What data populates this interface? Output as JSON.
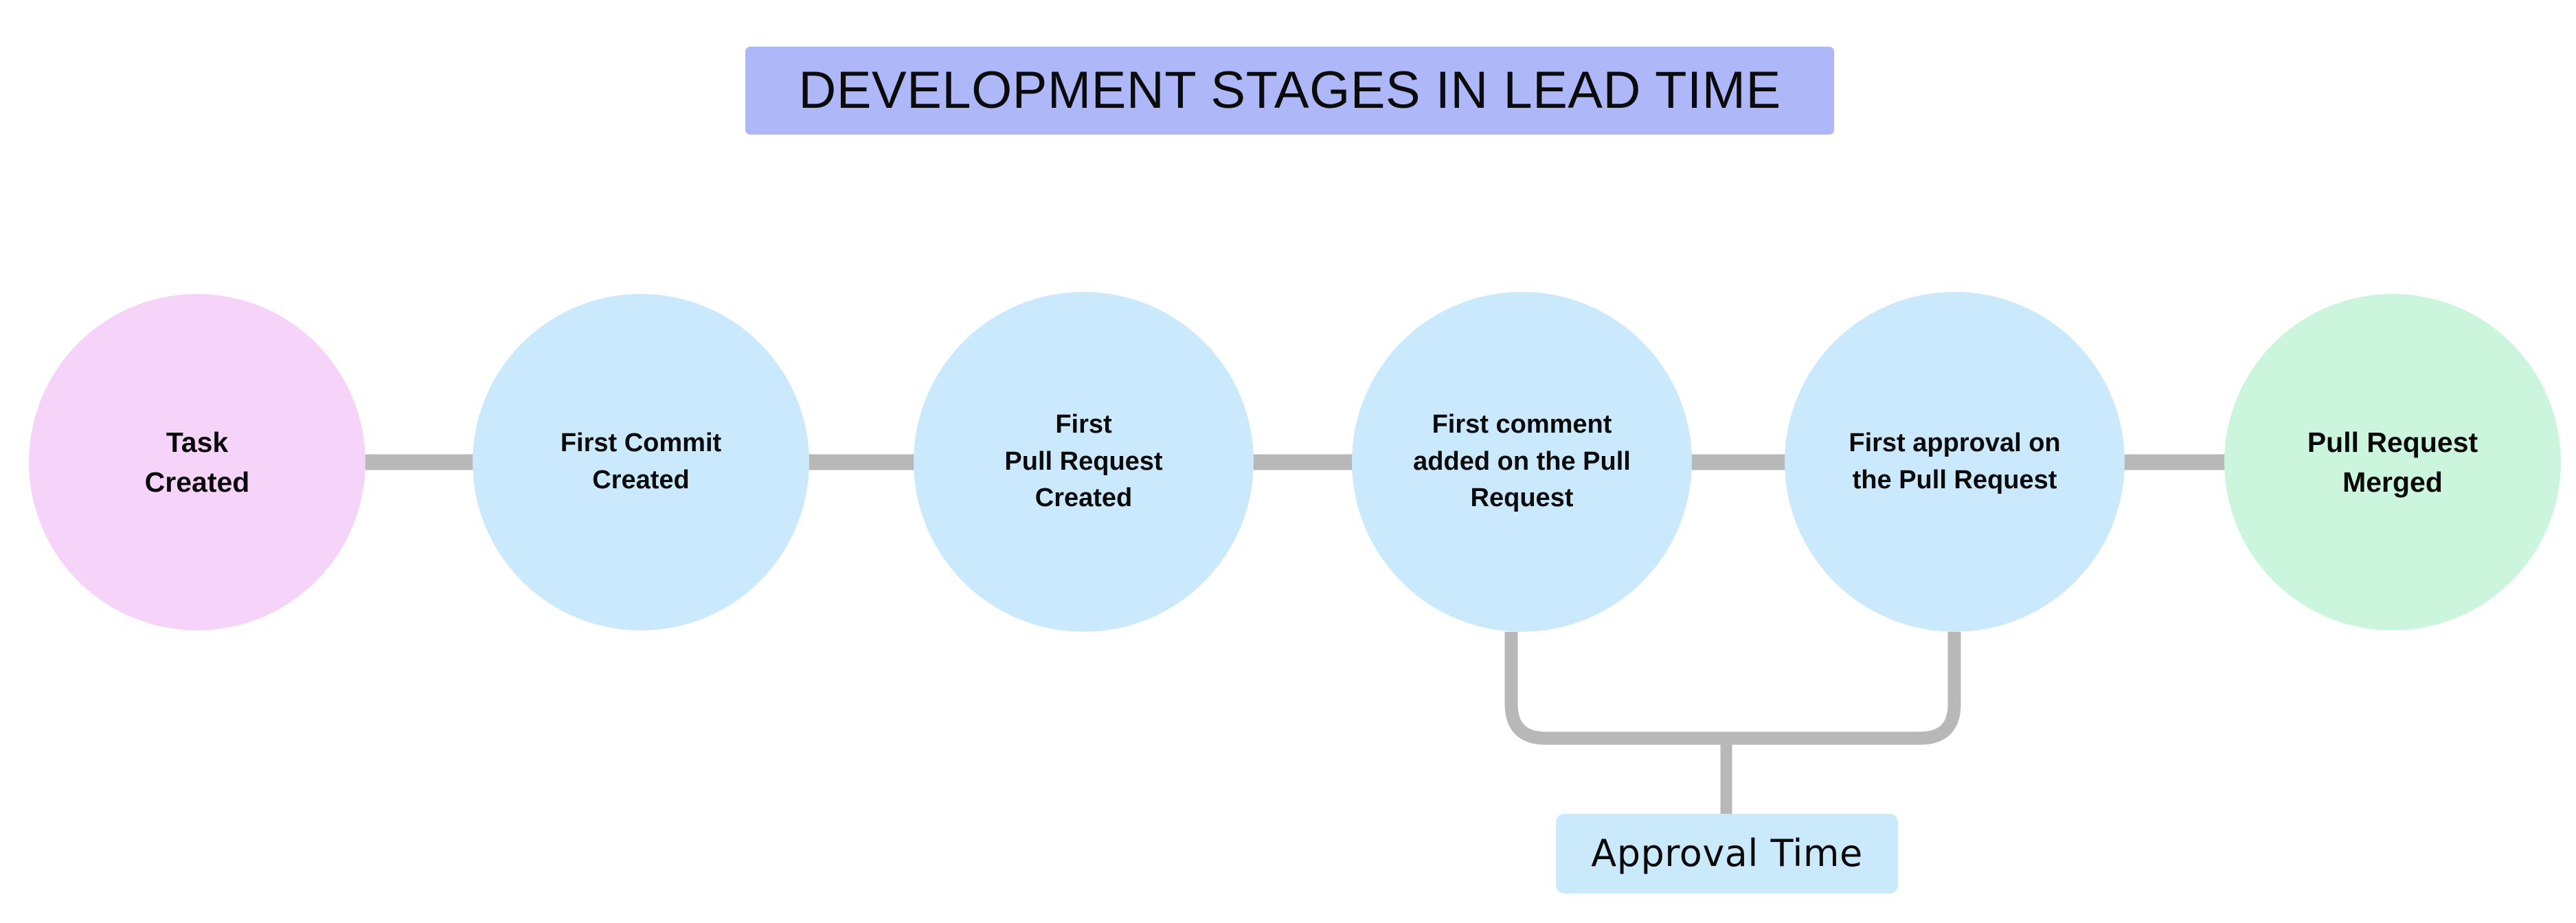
{
  "diagram": {
    "title": "DEVELOPMENT STAGES IN LEAD TIME",
    "title_bg_color": "#aeb8f8",
    "background_color": "#ffffff",
    "connector_color": "#b8b8b8",
    "stages": [
      {
        "id": "task-created",
        "label": "Task\nCreated",
        "fill_color": "#f6d4fa"
      },
      {
        "id": "first-commit-created",
        "label": "First Commit\nCreated",
        "fill_color": "#cbe9fc"
      },
      {
        "id": "first-pull-request-created",
        "label": "First\nPull Request\nCreated",
        "fill_color": "#cbe9fc"
      },
      {
        "id": "first-comment-added",
        "label": "First comment\nadded on the Pull\nRequest",
        "fill_color": "#cbe9fc"
      },
      {
        "id": "first-approval",
        "label": "First approval on\nthe Pull Request",
        "fill_color": "#cbe9fc"
      },
      {
        "id": "pull-request-merged",
        "label": "Pull Request\nMerged",
        "fill_color": "#ccf5dd"
      }
    ],
    "annotation": {
      "id": "approval-time",
      "label": "Approval Time",
      "fill_color": "#caeafc",
      "spans_from": "first-comment-added",
      "spans_to": "first-approval"
    }
  },
  "chart_data": {
    "type": "diagram",
    "title": "DEVELOPMENT STAGES IN LEAD TIME",
    "sequence": [
      "Task Created",
      "First Commit Created",
      "First Pull Request Created",
      "First comment added on the Pull Request",
      "First approval on the Pull Request",
      "Pull Request Merged"
    ],
    "brackets": [
      {
        "label": "Approval Time",
        "from": "First comment added on the Pull Request",
        "to": "First approval on the Pull Request"
      }
    ]
  }
}
